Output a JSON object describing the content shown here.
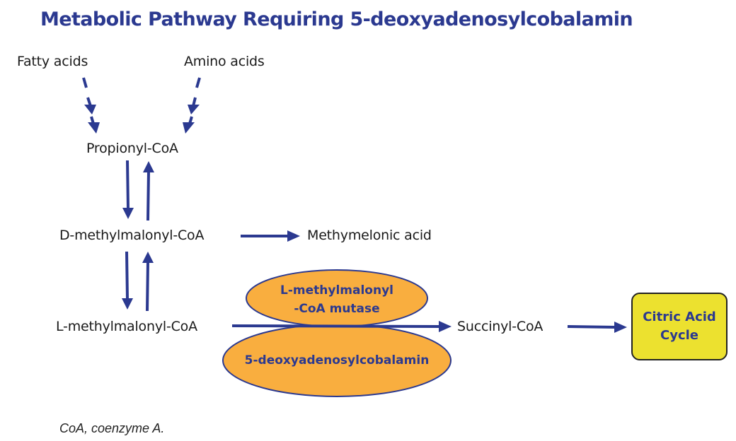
{
  "title": "Metabolic Pathway Requiring 5-deoxyadenosylcobalamin",
  "nodes": {
    "fatty_acids": "Fatty acids",
    "amino_acids": "Amino acids",
    "propionyl_coa": "Propionyl-CoA",
    "d_methylmalonyl_coa": "D-methylmalonyl-CoA",
    "methylmalonic_acid": "Methymelonic acid",
    "l_methylmalonyl_coa": "L-methylmalonyl-CoA",
    "succinyl_coa": "Succinyl-CoA"
  },
  "enzyme": {
    "line1": "L-methylmalonyl",
    "line2": "-CoA mutase"
  },
  "cofactor": "5-deoxyadenosylcobalamin",
  "citric_acid_cycle": {
    "line1": "Citric Acid",
    "line2": "Cycle"
  },
  "footnote": "CoA, coenzyme A.",
  "colors": {
    "title": "#2b3990",
    "arrow": "#2b3990",
    "ellipse_fill": "#f9ae3f",
    "box_fill": "#ece12f"
  }
}
